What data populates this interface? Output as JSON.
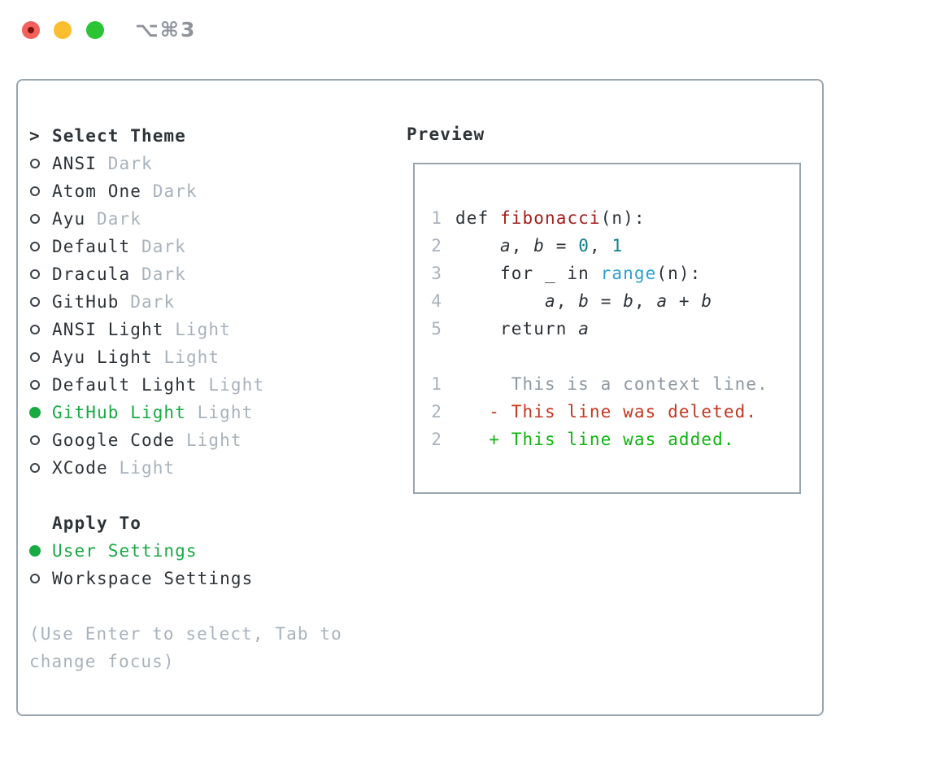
{
  "colors": {
    "text_dark": "#2e3338",
    "muted_gray": "#a9b2bc",
    "context_gray": "#8e98a2",
    "select_green": "#17ab42",
    "added_green": "#0fb40f",
    "deleted_red": "#c4361f",
    "func_red": "#a41c1c",
    "number_teal": "#0e7e8b",
    "builtin_blue": "#2b9fd6",
    "border_gray": "#9aa5af",
    "title_gray": "#8f949b",
    "traffic_red": "#f4605b",
    "traffic_red_dot": "#7c1210",
    "traffic_yellow": "#fbbe2e",
    "traffic_green": "#2ac434"
  },
  "window": {
    "title": "⌥⌘3",
    "traffic_lights": [
      "close",
      "minimize",
      "zoom"
    ]
  },
  "theme_picker": {
    "prompt": ">",
    "title": "Select Theme",
    "items": [
      {
        "name": "ANSI",
        "variant": "Dark",
        "selected": false
      },
      {
        "name": "Atom One",
        "variant": "Dark",
        "selected": false
      },
      {
        "name": "Ayu",
        "variant": "Dark",
        "selected": false
      },
      {
        "name": "Default",
        "variant": "Dark",
        "selected": false
      },
      {
        "name": "Dracula",
        "variant": "Dark",
        "selected": false
      },
      {
        "name": "GitHub",
        "variant": "Dark",
        "selected": false
      },
      {
        "name": "ANSI Light",
        "variant": "Light",
        "selected": false
      },
      {
        "name": "Ayu Light",
        "variant": "Light",
        "selected": false
      },
      {
        "name": "Default Light",
        "variant": "Light",
        "selected": false
      },
      {
        "name": "GitHub Light",
        "variant": "Light",
        "selected": true
      },
      {
        "name": "Google Code",
        "variant": "Light",
        "selected": false
      },
      {
        "name": "XCode",
        "variant": "Light",
        "selected": false
      }
    ],
    "apply_to": {
      "title": "Apply To",
      "options": [
        {
          "label": "User Settings",
          "selected": true
        },
        {
          "label": "Workspace Settings",
          "selected": false
        }
      ]
    },
    "hint_lines": [
      "(Use Enter to select, Tab to",
      "change focus)"
    ]
  },
  "preview": {
    "title": "Preview",
    "code_lines": [
      {
        "num": "1",
        "tokens": [
          {
            "t": "def ",
            "c": "code"
          },
          {
            "t": "fibonacci",
            "c": "func"
          },
          {
            "t": "(n):",
            "c": "code"
          }
        ]
      },
      {
        "num": "2",
        "tokens": [
          {
            "t": "    ",
            "c": "code"
          },
          {
            "t": "a",
            "c": "var"
          },
          {
            "t": ", ",
            "c": "code"
          },
          {
            "t": "b",
            "c": "var"
          },
          {
            "t": " = ",
            "c": "code"
          },
          {
            "t": "0",
            "c": "num"
          },
          {
            "t": ", ",
            "c": "code"
          },
          {
            "t": "1",
            "c": "num"
          }
        ]
      },
      {
        "num": "3",
        "tokens": [
          {
            "t": "    for _ in ",
            "c": "code"
          },
          {
            "t": "range",
            "c": "builtin"
          },
          {
            "t": "(n):",
            "c": "code"
          }
        ]
      },
      {
        "num": "4",
        "tokens": [
          {
            "t": "        ",
            "c": "code"
          },
          {
            "t": "a",
            "c": "var"
          },
          {
            "t": ", ",
            "c": "code"
          },
          {
            "t": "b",
            "c": "var"
          },
          {
            "t": " = ",
            "c": "code"
          },
          {
            "t": "b",
            "c": "var"
          },
          {
            "t": ", ",
            "c": "code"
          },
          {
            "t": "a",
            "c": "var"
          },
          {
            "t": " + ",
            "c": "code"
          },
          {
            "t": "b",
            "c": "var"
          }
        ]
      },
      {
        "num": "5",
        "tokens": [
          {
            "t": "    return ",
            "c": "code"
          },
          {
            "t": "a",
            "c": "var"
          }
        ]
      },
      {
        "num": "",
        "tokens": []
      },
      {
        "num": "1",
        "tokens": [
          {
            "t": "     This is a context line.",
            "c": "ctx"
          }
        ]
      },
      {
        "num": "2",
        "tokens": [
          {
            "t": "   - This line was deleted.",
            "c": "del"
          }
        ]
      },
      {
        "num": "2",
        "tokens": [
          {
            "t": "   + This line was added.",
            "c": "add"
          }
        ]
      }
    ]
  }
}
